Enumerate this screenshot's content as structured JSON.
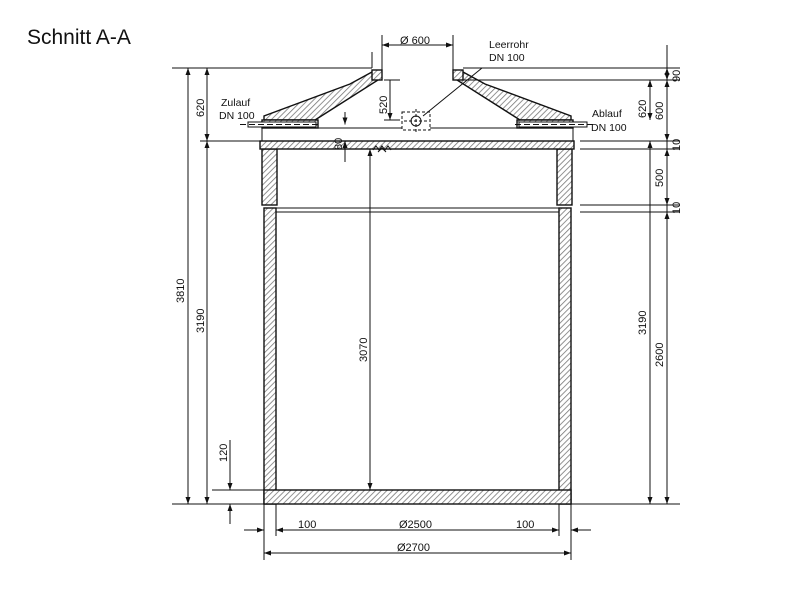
{
  "title": "Schnitt A-A",
  "labels": {
    "zulauf": "Zulauf",
    "zulauf_dn": "DN 100",
    "ablauf": "Ablauf",
    "ablauf_dn": "DN 100",
    "leerrohr": "Leerrohr",
    "leerrohr_dn": "DN 100"
  },
  "dimensions": {
    "opening": "Ø 600",
    "cone_height": "520",
    "left_cone": "620",
    "left_total": "3810",
    "left_body": "3190",
    "left_floor": "120",
    "inner_height": "3070",
    "inlet_offset": "80",
    "right_top": "90",
    "right_cone_a": "620",
    "right_cone_b": "600",
    "right_gap_a": "10",
    "right_ring": "500",
    "right_gap_b": "10",
    "right_body": "3190",
    "right_lower": "2600",
    "wall_left": "100",
    "inner_diameter": "Ø2500",
    "wall_right": "100",
    "outer_diameter": "Ø2700"
  }
}
